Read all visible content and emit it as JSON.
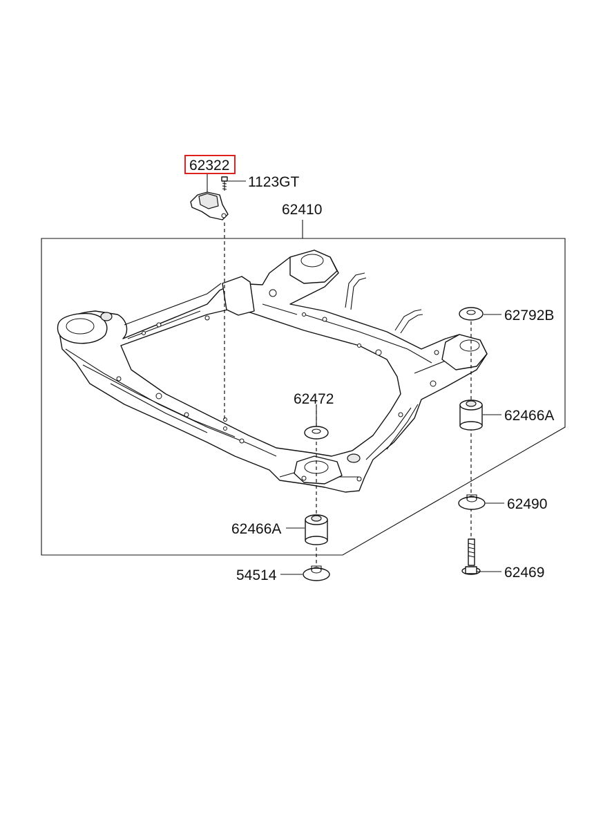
{
  "highlight_color": "#e0201b",
  "parts": [
    {
      "id": "bracket",
      "number": "62322",
      "highlighted": true
    },
    {
      "id": "bolt-small",
      "number": "1123GT"
    },
    {
      "id": "crossmember",
      "number": "62410"
    },
    {
      "id": "upper-stopper",
      "number": "62792B"
    },
    {
      "id": "front-stopper",
      "number": "62472"
    },
    {
      "id": "bush-right",
      "number": "62466A"
    },
    {
      "id": "bush-front",
      "number": "62466A"
    },
    {
      "id": "washer",
      "number": "62490"
    },
    {
      "id": "nut",
      "number": "54514"
    },
    {
      "id": "bolt-long",
      "number": "62469"
    }
  ]
}
